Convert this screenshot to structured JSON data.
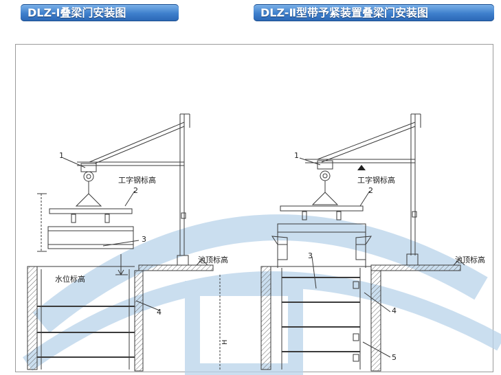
{
  "titles": {
    "left": "DLZ-Ⅰ叠梁门安装图",
    "right": "DLZ-Ⅱ型带予紧装置叠梁门安装图"
  },
  "left_diagram": {
    "callouts": [
      "1",
      "2",
      "3",
      "4"
    ],
    "ibeam_label": "工字钢标高",
    "pool_top_label": "池顶标高",
    "water_level_label": "水位标高",
    "height_label": "H"
  },
  "right_diagram": {
    "callouts": [
      "1",
      "2",
      "3",
      "4",
      "5"
    ],
    "ibeam_label": "工字钢标高",
    "pool_top_label": "池顶标高"
  },
  "colors": {
    "banner": "#3e7fcc",
    "watermark": "#b9d3ea",
    "line": "#3a3a3a"
  }
}
